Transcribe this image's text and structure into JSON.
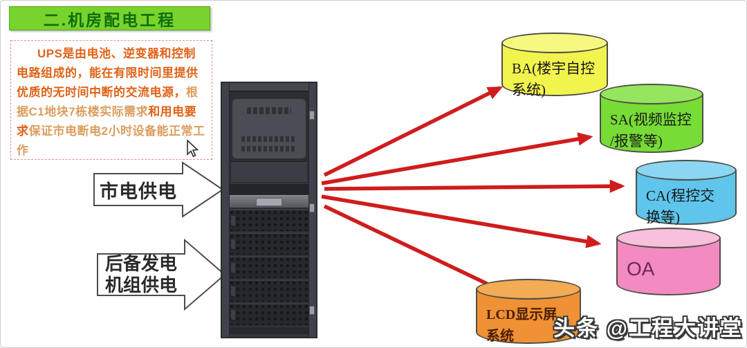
{
  "title": "二.机房配电工程",
  "ups_note": {
    "segments": [
      {
        "text": "UPS是由电池、逆变器和控制电路组成的，能在有限时间里提供优质的无时间中断的交流电源，",
        "style": "strong"
      },
      {
        "text": "根据C1地块7栋楼实际需求",
        "style": "light"
      },
      {
        "text": "和用电要求",
        "style": "strong"
      },
      {
        "text": "保证市电断电2小时设备能正常工作",
        "style": "light"
      }
    ]
  },
  "power_sources": {
    "mains_label": "市电供电",
    "backup_label_line1": "后备发电",
    "backup_label_line2": "机组供电"
  },
  "systems": [
    {
      "code": "BA",
      "line1": "BA(楼宇自控",
      "line2": "系统)",
      "fill": "#f2f44e",
      "top_fill": "#f7f87f"
    },
    {
      "code": "SA",
      "line1": "SA(视频监控",
      "line2": "/报警等)",
      "fill": "#77dc35",
      "top_fill": "#95e65e"
    },
    {
      "code": "CA",
      "line1": "CA(程控交",
      "line2": "换等)",
      "fill": "#5fc5ec",
      "top_fill": "#8bd7f3"
    },
    {
      "code": "OA",
      "line1": "OA",
      "line2": "",
      "fill": "#f38ac2",
      "top_fill": "#f8c0dc"
    },
    {
      "code": "LCD",
      "line1": "LCD显示屏",
      "line2": "系统",
      "fill": "#ef9134",
      "top_fill": "#f4ab55"
    }
  ],
  "watermark": "头条 @工程大讲堂",
  "colors": {
    "title_bg": "#79d32d",
    "title_text": "#0d6e0d",
    "note_strong": "#e06318",
    "note_light": "#dd9d5e",
    "arrow_red": "#cf1d1d"
  }
}
